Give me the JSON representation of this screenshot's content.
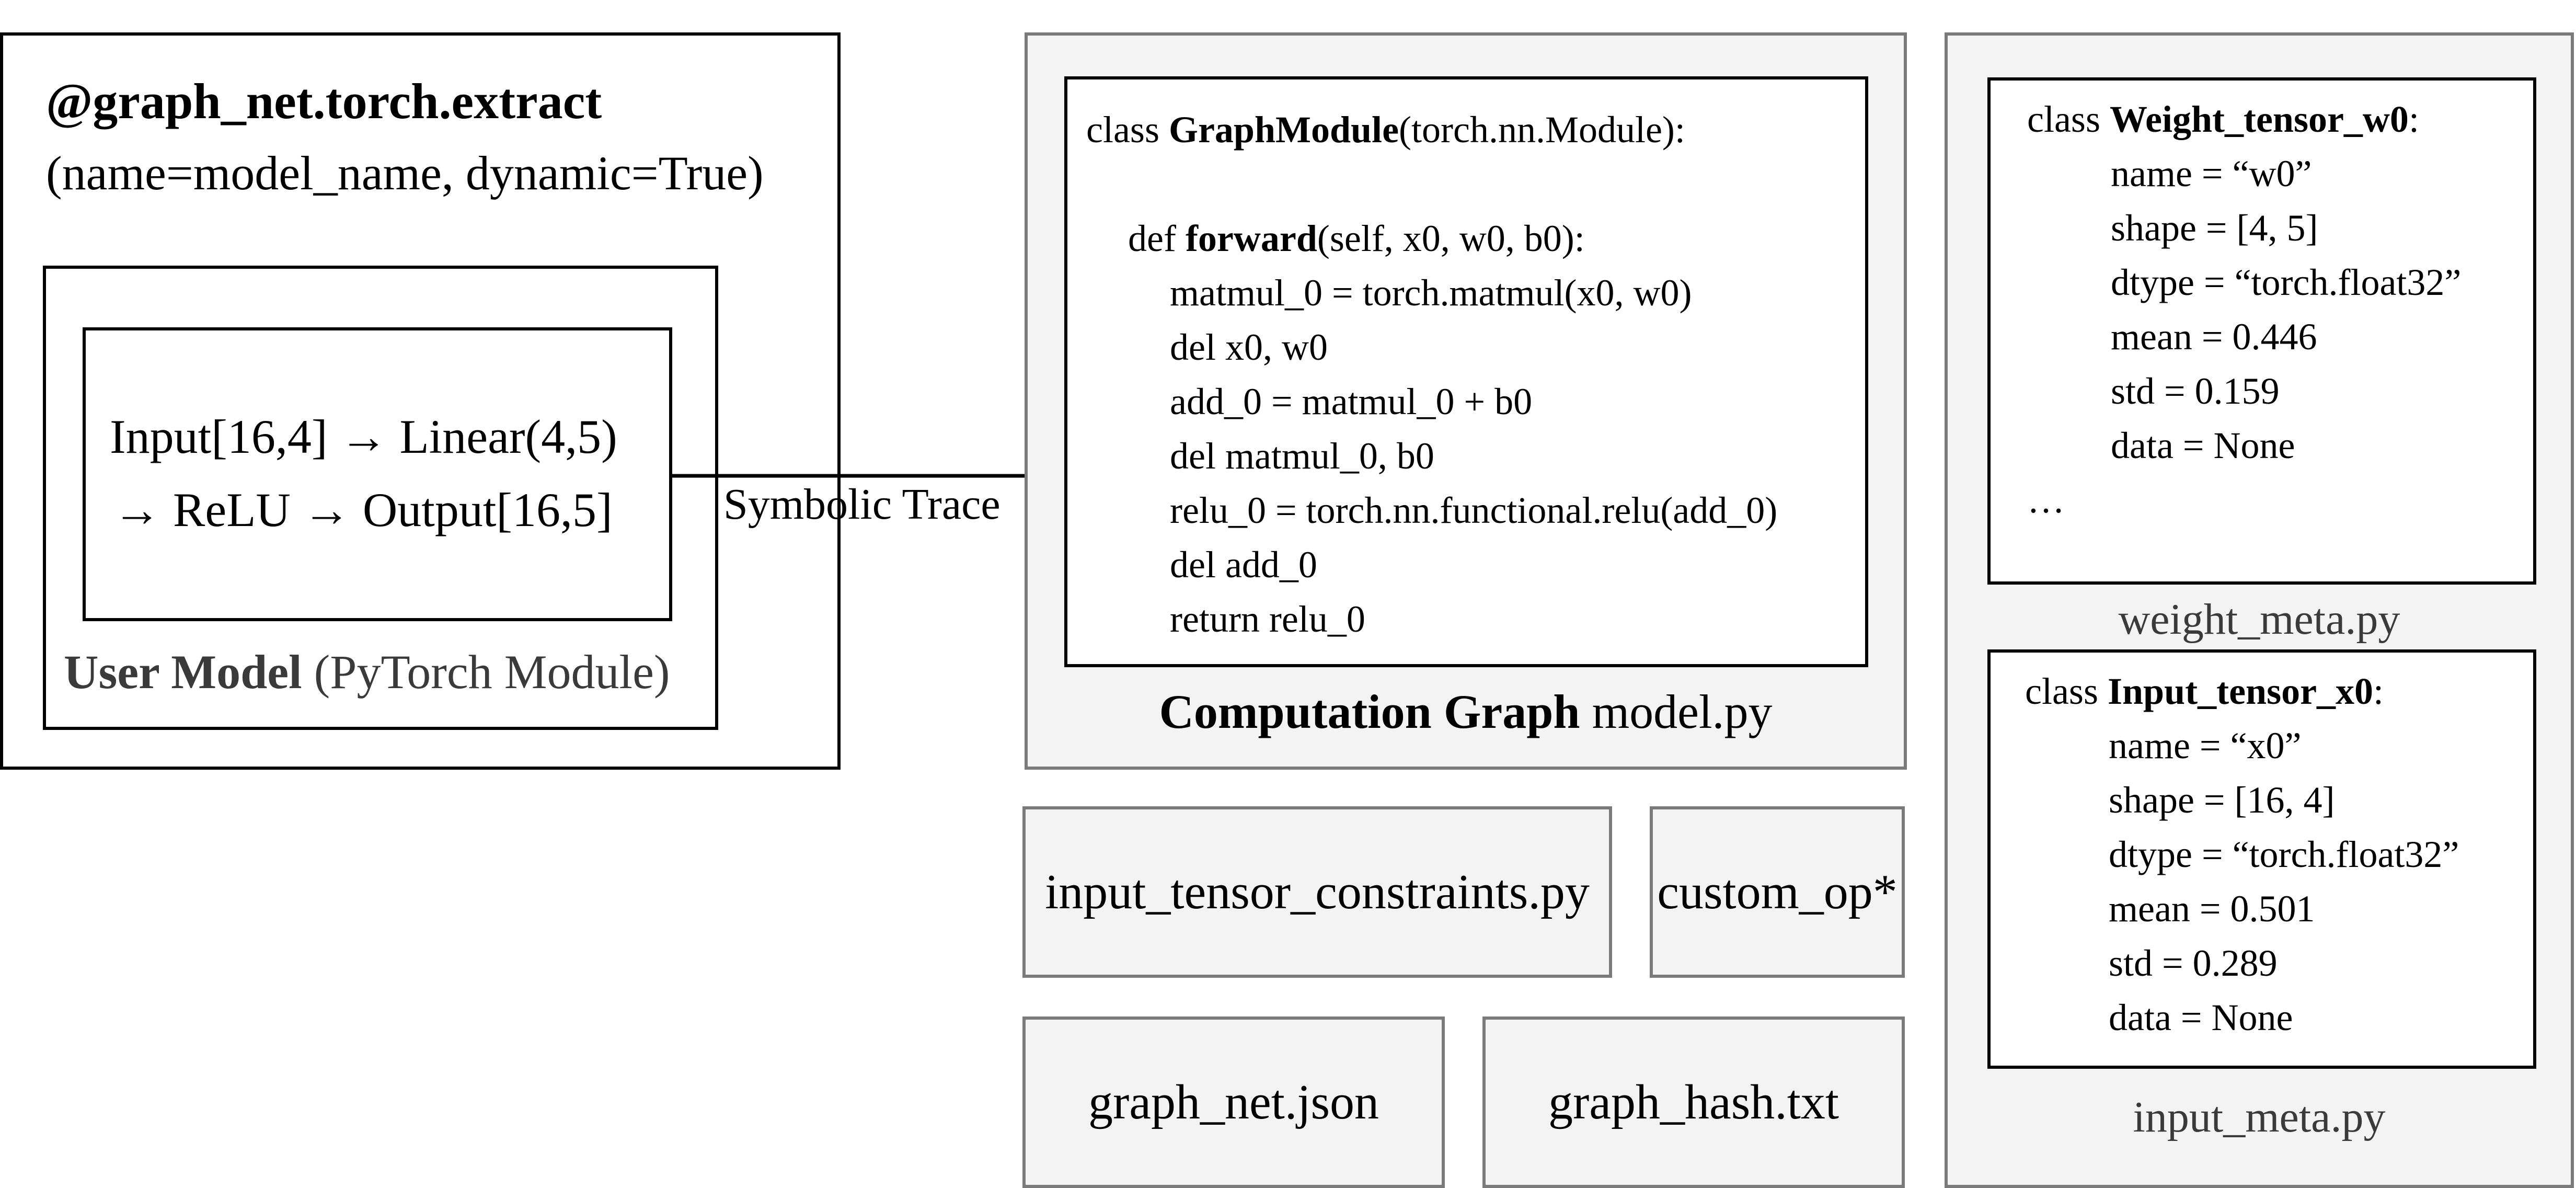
{
  "decorator": {
    "name": "@graph_net.torch.extract",
    "args": "(name=model_name, dynamic=True)"
  },
  "user_model": {
    "flow_line1": "Input[16,4] → Linear(4,5)",
    "flow_line2": "→ ReLU → Output[16,5]",
    "caption_bold": "User Model",
    "caption_rest": " (PyTorch Module)"
  },
  "arrow": {
    "label": "Symbolic Trace"
  },
  "graph_code": {
    "class_prefix": "class ",
    "class_name": "GraphModule",
    "class_suffix": "(torch.nn.Module):",
    "def_prefix": "def ",
    "def_name": "forward",
    "def_suffix": "(self, x0, w0, b0):",
    "body": [
      "matmul_0 = torch.matmul(x0, w0)",
      "del x0, w0",
      "add_0 = matmul_0 + b0",
      "del matmul_0, b0",
      "relu_0 = torch.nn.functional.relu(add_0)",
      "del add_0",
      "return relu_0"
    ],
    "caption_bold": "Computation Graph",
    "caption_rest": " model.py"
  },
  "files": {
    "constraints": "input_tensor_constraints.py",
    "custom_op": "custom_op*",
    "graph_json": "graph_net.json",
    "graph_hash": "graph_hash.txt"
  },
  "weight_meta": {
    "class_prefix": "class ",
    "class_name": "Weight_tensor_w0",
    "class_suffix": ":",
    "fields": [
      "name = “w0”",
      "shape = [4, 5]",
      "dtype = “torch.float32”",
      "mean = 0.446",
      "std = 0.159",
      "data = None"
    ],
    "ellipsis": "…",
    "caption": "weight_meta.py"
  },
  "input_meta": {
    "class_prefix": "class ",
    "class_name": "Input_tensor_x0",
    "class_suffix": ":",
    "fields": [
      "name = “x0”",
      "shape = [16, 4]",
      "dtype = “torch.float32”",
      "mean = 0.501",
      "std = 0.289",
      "data = None"
    ],
    "caption": "input_meta.py"
  }
}
